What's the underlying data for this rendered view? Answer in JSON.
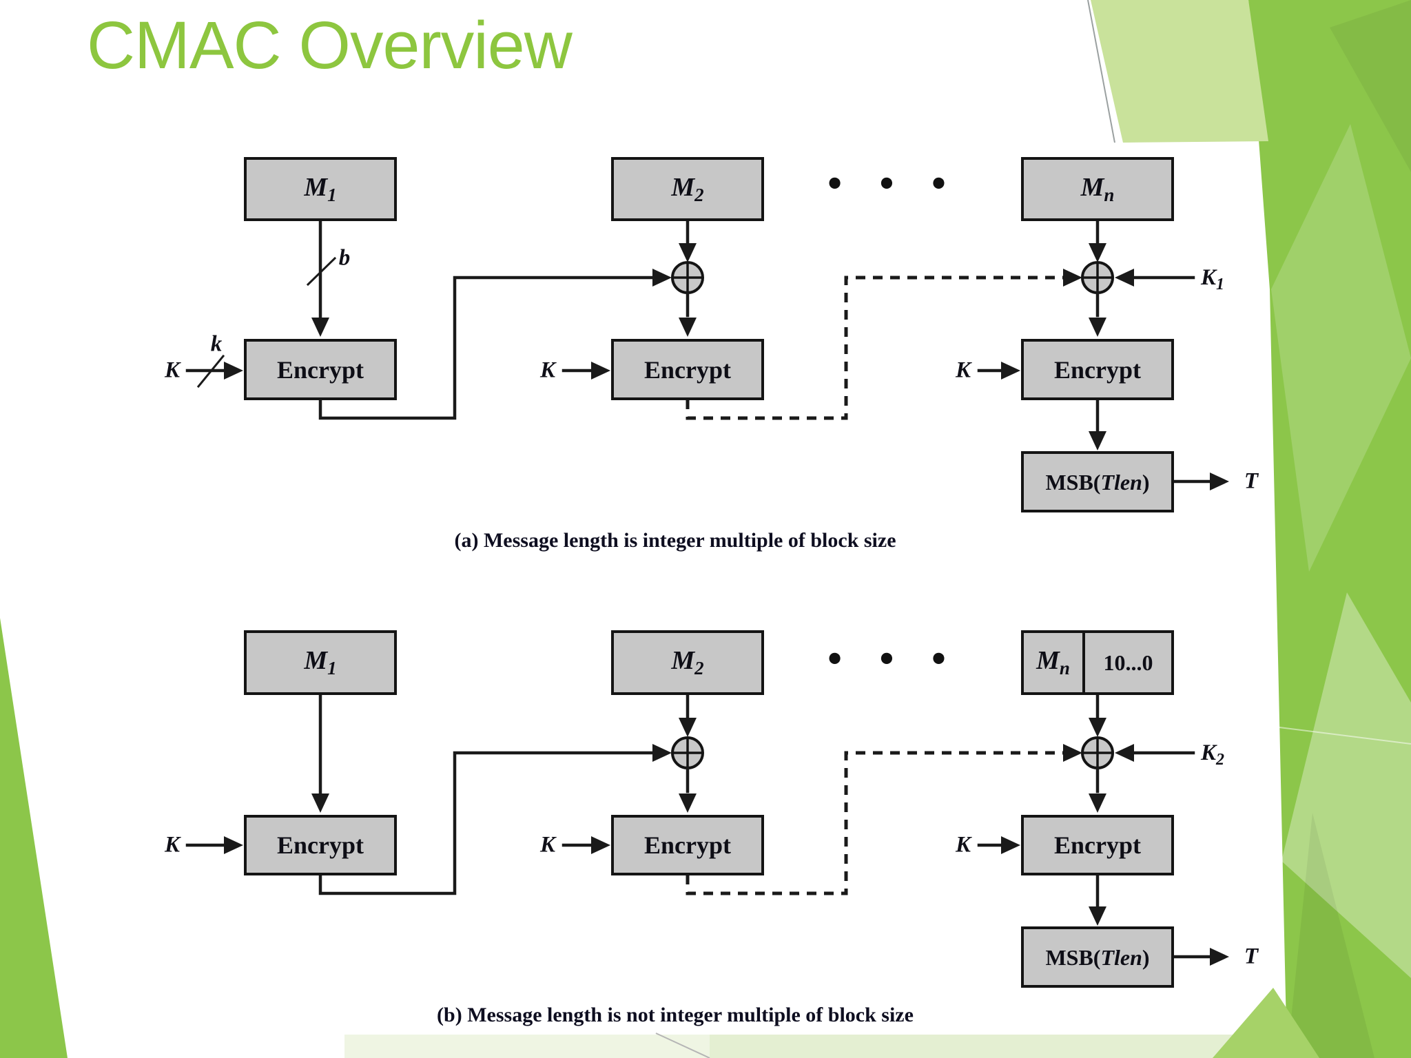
{
  "slide": {
    "title": "CMAC Overview"
  },
  "labels": {
    "message_block": "M",
    "sub_1": "1",
    "sub_2": "2",
    "sub_n": "n",
    "pad_block": "10...0",
    "encrypt": "Encrypt",
    "msb_prefix": "MSB(",
    "msb_arg": "Tlen",
    "msb_suffix": ")",
    "key": "K",
    "key1_base": "K",
    "key1_sub": "1",
    "key2_base": "K",
    "key2_sub": "2",
    "tag": "T",
    "block_bits": "b",
    "key_bits": "k",
    "ellipsis": "• • •"
  },
  "captions": {
    "a": "(a) Message length is integer multiple of block size",
    "b": "(b) Message length is not integer multiple of block size"
  },
  "colors": {
    "title_green": "#8dc63f",
    "decor_green": "#8cc64a",
    "decor_light_green": "#c9e29b",
    "decor_pale_green": "#e4efd2",
    "box_fill": "#c7c7c7",
    "line_black": "#1a1a1a"
  }
}
